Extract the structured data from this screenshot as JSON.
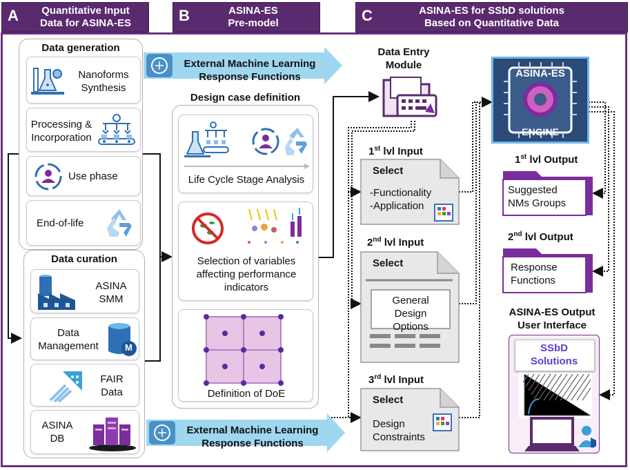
{
  "headers": {
    "a": {
      "letter": "A",
      "text": "Quantitative Input\nData for ASINA-ES"
    },
    "b": {
      "letter": "B",
      "text": "ASINA-ES\nPre-model"
    },
    "c": {
      "letter": "C",
      "text": "ASINA-ES for SSbD solutions\nBased on Quantitative Data"
    }
  },
  "section_a": {
    "generation_title": "Data generation",
    "generation_items": [
      "Nanoforms\nSynthesis",
      "Processing &\nIncorporation",
      "Use phase",
      "End-of-life"
    ],
    "curation_title": "Data curation",
    "curation_items": [
      "ASINA\nSMM",
      "Data\nManagement",
      "FAIR\nData",
      "ASINA\nDB"
    ],
    "m_badge": "M"
  },
  "section_b": {
    "ml_top": "External Machine Learning\nResponse Functions",
    "ml_bottom": "External Machine Learning\nResponse Functions",
    "design_title": "Design case definition",
    "lifecycle": "Life Cycle Stage Analysis",
    "variables": "Selection of variables\naffecting performance\nindicators",
    "doe": "Definition of DoE"
  },
  "section_c": {
    "data_entry": "Data Entry\nModule",
    "engine_top": "ASINA-ES",
    "engine_bottom": "ENGINE",
    "input1": {
      "sup": "st",
      "num": "1",
      "title": " lvl Input",
      "select": "Select",
      "body": "-Functionality\n-Application"
    },
    "input2": {
      "sup": "nd",
      "num": "2",
      "title": " lvl Input",
      "select": "Select",
      "body": "General\nDesign\nOptions"
    },
    "input3": {
      "sup": "rd",
      "num": "3",
      "title": " lvl Input",
      "select": "Select",
      "body": "Design\nConstraints"
    },
    "output1": {
      "sup": "st",
      "num": "1",
      "title": " lvl Output",
      "body": "Suggested\nNMs Groups"
    },
    "output2": {
      "sup": "nd",
      "num": "2",
      "title": " lvl Output",
      "body": "Response\nFunctions"
    },
    "ui_title": "ASINA-ES Output\nUser Interface",
    "ssbd": "SSbD\nSolutions"
  },
  "colors": {
    "header": "#5a2a6e",
    "frame": "#6b2f80",
    "arrow": "#9fd6f0",
    "folder": "#7a2d9c",
    "engine_bg": "#1f3a63",
    "purple_light": "#d9a8d8"
  }
}
